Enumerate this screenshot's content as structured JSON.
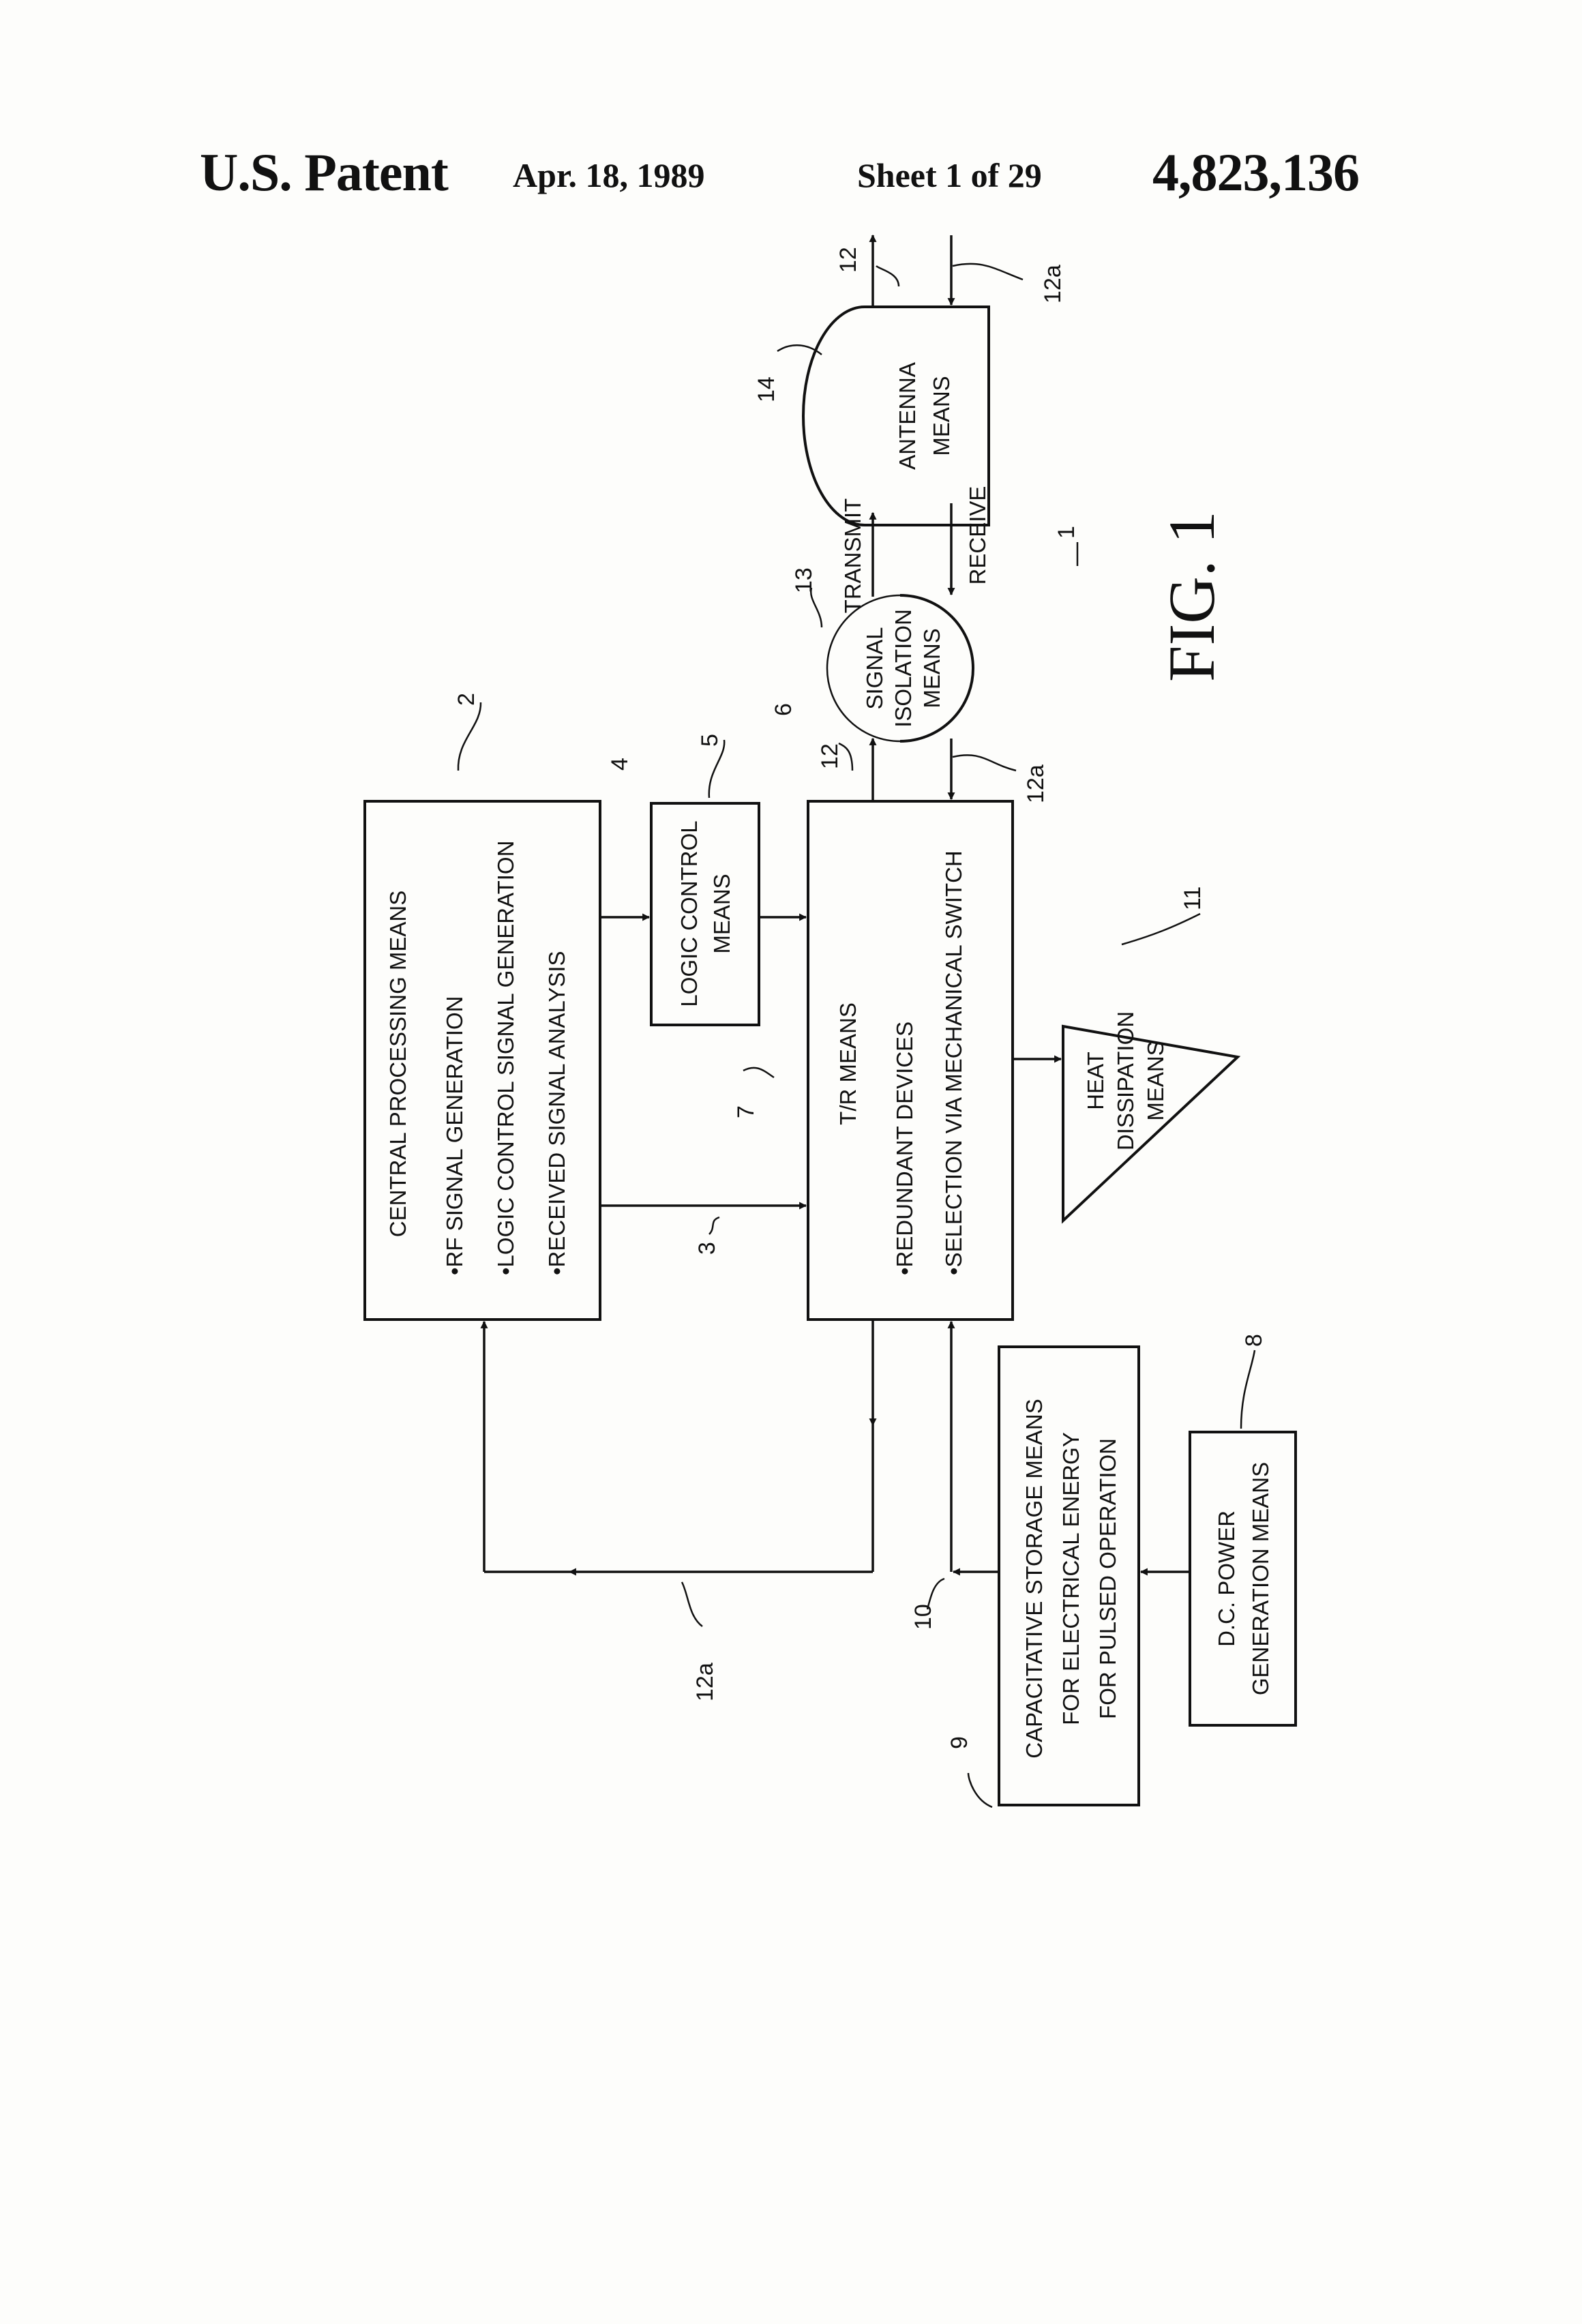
{
  "header": {
    "title": "U.S. Patent",
    "date": "Apr. 18, 1989",
    "sheet": "Sheet 1 of 29",
    "number": "4,823,136"
  },
  "diagram": {
    "central_processing": {
      "title": "CENTRAL PROCESSING MEANS",
      "items": [
        "•RF SIGNAL GENERATION",
        "•LOGIC CONTROL SIGNAL GENERATION",
        "•RECEIVED SIGNAL ANALYSIS"
      ]
    },
    "logic_control": {
      "line1": "LOGIC CONTROL",
      "line2": "MEANS"
    },
    "tr_means": {
      "title": "T/R MEANS",
      "items": [
        "•REDUNDANT DEVICES",
        "•SELECTION VIA MECHANICAL SWITCH"
      ]
    },
    "heat": {
      "line1": "HEAT",
      "line2": "DISSIPATION",
      "line3": "MEANS"
    },
    "signal_isolation": {
      "line1": "SIGNAL",
      "line2": "ISOLATION",
      "line3": "MEANS"
    },
    "antenna": {
      "line1": "ANTENNA",
      "line2": "MEANS"
    },
    "transmit": "TRANSMIT",
    "receive": "RECEIVE",
    "capacitive": {
      "line1": "CAPACITATIVE STORAGE MEANS",
      "line2": "FOR ELECTRICAL ENERGY",
      "line3": "FOR PULSED OPERATION"
    },
    "dc_power": {
      "line1": "D.C. POWER",
      "line2": "GENERATION MEANS"
    },
    "refs": {
      "r1": "1",
      "r2": "2",
      "r3": "3",
      "r4": "4",
      "r5": "5",
      "r6": "6",
      "r7": "7",
      "r8": "8",
      "r9": "9",
      "r10": "10",
      "r11": "11",
      "r12": "12",
      "r12a": "12a",
      "r13": "13",
      "r14": "14"
    },
    "figure": "FIG. 1"
  }
}
